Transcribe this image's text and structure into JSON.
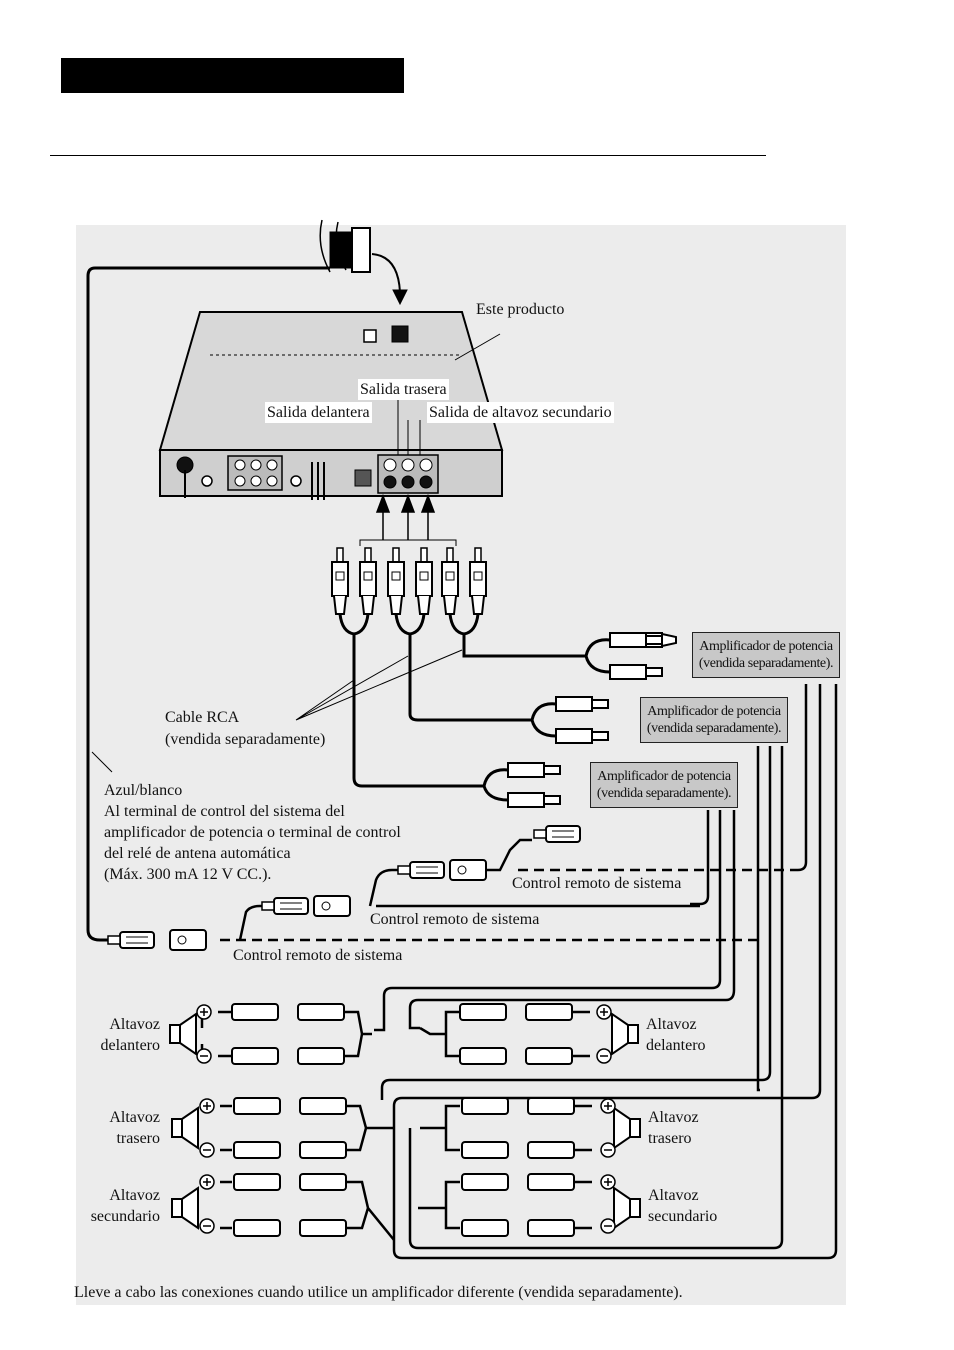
{
  "header": {
    "title_bar": ""
  },
  "product": {
    "label": "Este producto"
  },
  "outputs": {
    "rear": "Salida trasera",
    "front": "Salida delantera",
    "subwoofer": "Salida de altavoz secundario"
  },
  "amplifiers": [
    {
      "line1": "Amplificador de potencia",
      "line2": "(vendida separadamente)."
    },
    {
      "line1": "Amplificador de potencia",
      "line2": "(vendida separadamente)."
    },
    {
      "line1": "Amplificador de potencia",
      "line2": "(vendida separadamente)."
    }
  ],
  "rca_cable": {
    "line1": "Cable RCA",
    "line2": "(vendida separadamente)"
  },
  "control_wire": {
    "color": "Azul/blanco",
    "line1": "Al terminal de control del sistema del",
    "line2": "amplificador de potencia o terminal de control",
    "line3": "del relé de antena automática",
    "line4": "(Máx. 300 mA 12 V CC.)."
  },
  "remote": [
    "Control remoto de sistema",
    "Control remoto de sistema",
    "Control remoto de sistema"
  ],
  "speakers": {
    "left": [
      {
        "line1": "Altavoz",
        "line2": "delantero"
      },
      {
        "line1": "Altavoz",
        "line2": "trasero"
      },
      {
        "line1": "Altavoz",
        "line2": "secundario"
      }
    ],
    "right": [
      {
        "line1": "Altavoz",
        "line2": "delantero"
      },
      {
        "line1": "Altavoz",
        "line2": "trasero"
      },
      {
        "line1": "Altavoz",
        "line2": "secundario"
      }
    ]
  },
  "caption": "Lleve a cabo las conexiones cuando utilice un amplificador diferente (vendida separadamente)."
}
